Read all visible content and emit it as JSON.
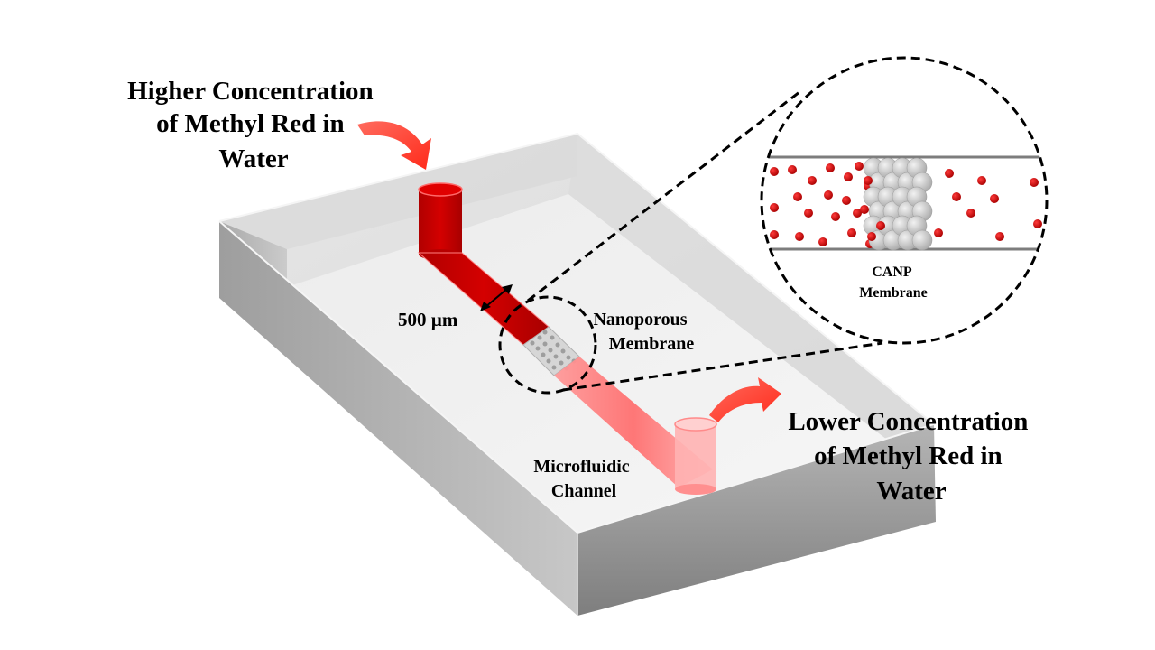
{
  "labels": {
    "inlet": [
      "Higher Concentration",
      "of Methyl Red in",
      "Water"
    ],
    "outlet": [
      "Lower Concentration",
      "of Methyl Red in",
      "Water"
    ],
    "width": "500 µm",
    "membrane": [
      "Nanoporous",
      "Membrane"
    ],
    "channel": [
      "Microfluidic",
      "Channel"
    ],
    "zoom": [
      "CANP",
      "Membrane"
    ]
  },
  "colors": {
    "dye_dark": "#c80000",
    "dye_light": "#ff8a8a",
    "arrow": "#ff3b30",
    "chip_top": "#f0f0f0",
    "chip_side": "#bdbdbd",
    "particle": "#c8c8c8",
    "dashed": "#000000"
  },
  "icons": {
    "inlet_arrow": "curved-arrow-icon",
    "outlet_arrow": "curved-arrow-icon",
    "width_marker": "double-headed-arrow-icon"
  }
}
